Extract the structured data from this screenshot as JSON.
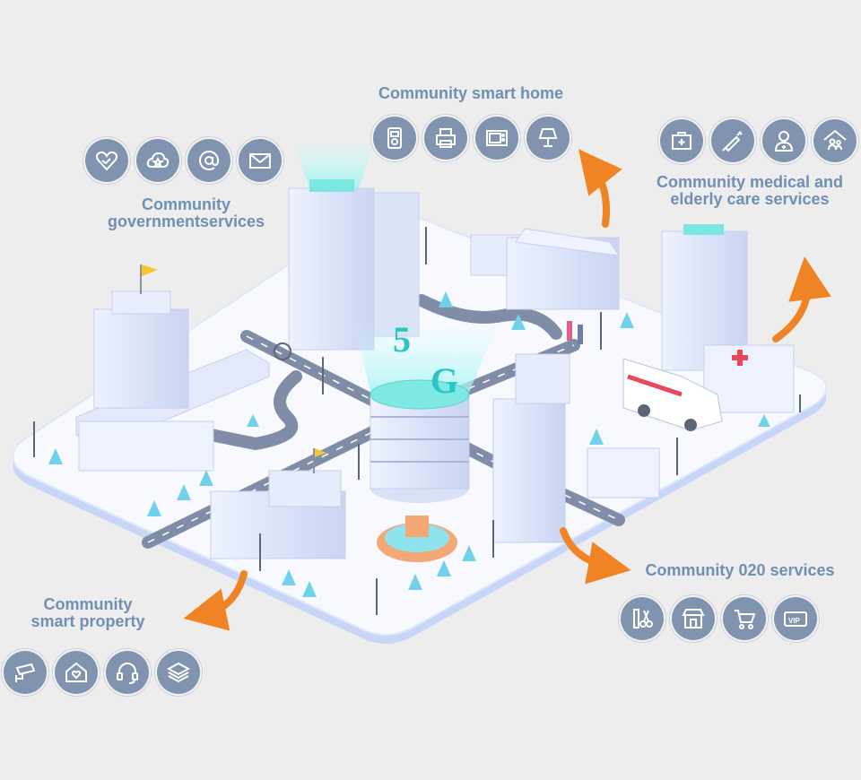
{
  "groups": {
    "smart_home": {
      "label": "Community smart home",
      "icons": [
        "intercom-icon",
        "printer-icon",
        "microwave-icon",
        "lamp-icon"
      ]
    },
    "government": {
      "label_line1": "Community",
      "label_line2": "governmentservices",
      "icons": [
        "heart-handshake-icon",
        "cloud-star-icon",
        "at-sign-icon",
        "envelope-icon"
      ]
    },
    "medical": {
      "label_line1": "Community medical and",
      "label_line2": "elderly care services",
      "icons": [
        "first-aid-kit-icon",
        "syringe-icon",
        "doctor-icon",
        "elderly-home-icon"
      ]
    },
    "o2o": {
      "label": "Community 020 services",
      "icons": [
        "scissors-icon",
        "shop-icon",
        "cart-icon",
        "vip-card-icon"
      ]
    },
    "property": {
      "label_line1": "Community",
      "label_line2": "smart property",
      "icons": [
        "cctv-icon",
        "home-heart-icon",
        "headset-icon",
        "layers-icon"
      ]
    }
  },
  "center_badge": {
    "digit": "5",
    "letter": "G"
  },
  "colors": {
    "label": "#6f8fb5",
    "icon_bg": "#8094b0",
    "arrow": "#f08323",
    "platform": "#f5f8ff",
    "road": "#7f8da6"
  }
}
